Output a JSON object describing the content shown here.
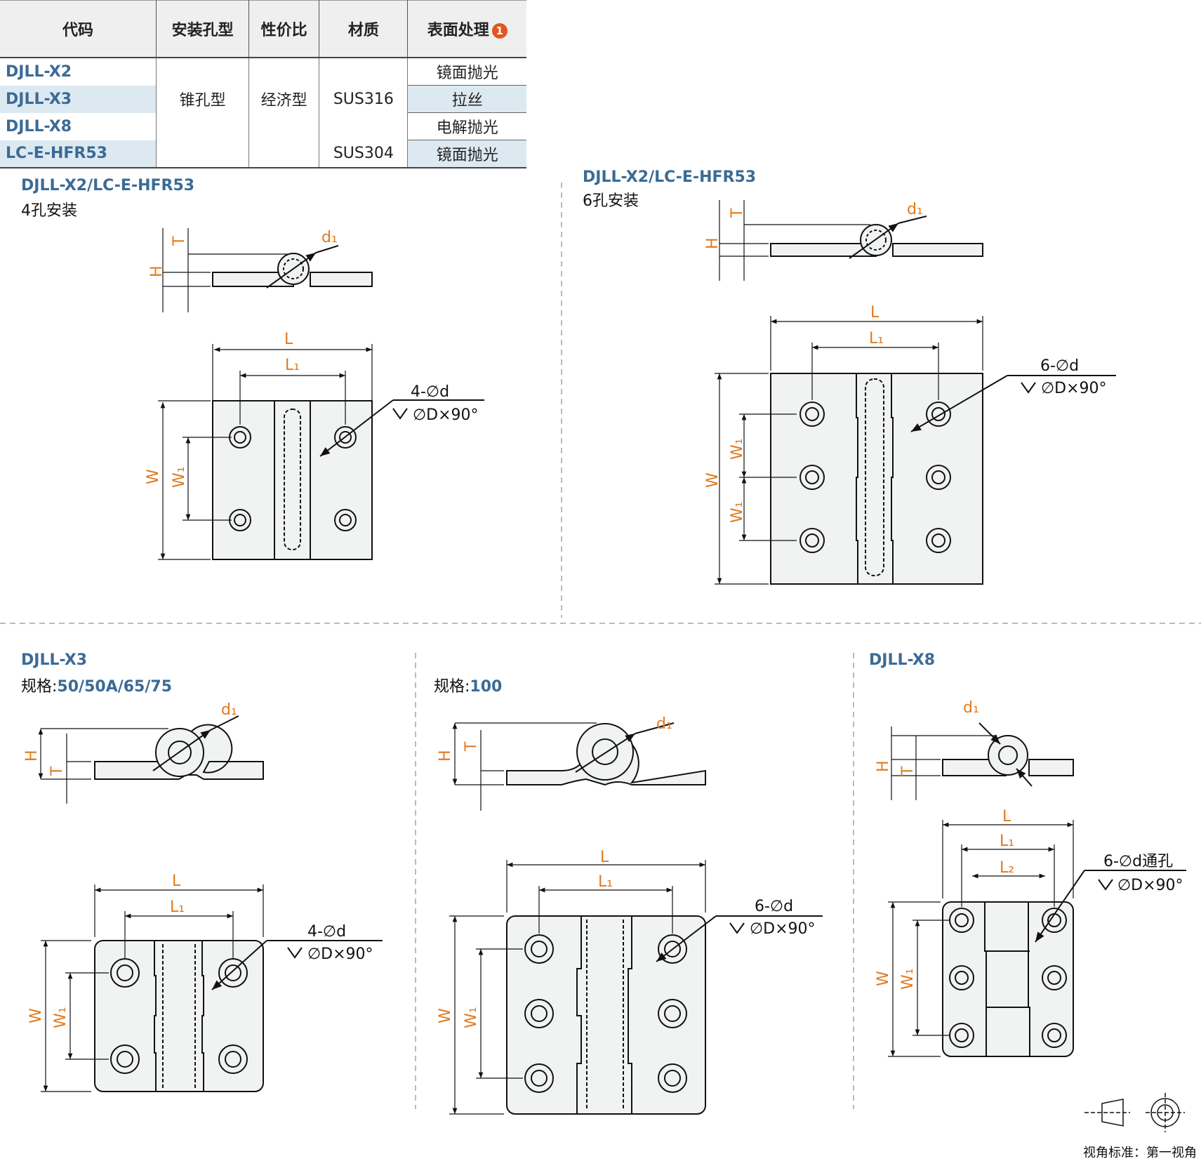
{
  "table": {
    "headers": [
      "代码",
      "安装孔型",
      "性价比",
      "材质",
      "表面处理"
    ],
    "header_note_badge": "1",
    "codes": [
      "DJLL-X2",
      "DJLL-X3",
      "DJLL-X8",
      "LC-E-HFR53"
    ],
    "hole_type": "锥孔型",
    "value_type": "经济型",
    "materials": [
      "SUS316",
      "SUS304"
    ],
    "finishes": [
      "镜面抛光",
      "拉丝",
      "电解抛光",
      "镜面抛光"
    ]
  },
  "sections": {
    "s1": {
      "title": "DJLL-X2/LC-E-HFR53",
      "subtitle": "4孔安装",
      "hole_note": "4-∅d",
      "csk_note": "∅D×90°"
    },
    "s2": {
      "title": "DJLL-X2/LC-E-HFR53",
      "subtitle": "6孔安装",
      "hole_note": "6-∅d",
      "csk_note": "∅D×90°"
    },
    "s3": {
      "title": "DJLL-X3",
      "spec_label": "规格:",
      "spec_value": "50/50A/65/75",
      "hole_note": "4-∅d",
      "csk_note": "∅D×90°"
    },
    "s4": {
      "spec_label": "规格:",
      "spec_value": "100",
      "hole_note": "6-∅d",
      "csk_note": "∅D×90°"
    },
    "s5": {
      "title": "DJLL-X8",
      "hole_note": "6-∅d通孔",
      "csk_note": "∅D×90°"
    }
  },
  "dims": {
    "L": "L",
    "L1": "L₁",
    "L2": "L₂",
    "W": "W",
    "W1": "W₁",
    "H": "H",
    "T": "T",
    "d1": "d₁"
  },
  "footer": {
    "projection": "视角标准：第一视角"
  },
  "colors": {
    "dimension": "#e07a1f",
    "code_blue": "#3a6b96",
    "part_fill": "#f1f2f2",
    "row_alt": "#dde9f0",
    "badge": "#e0561e"
  }
}
